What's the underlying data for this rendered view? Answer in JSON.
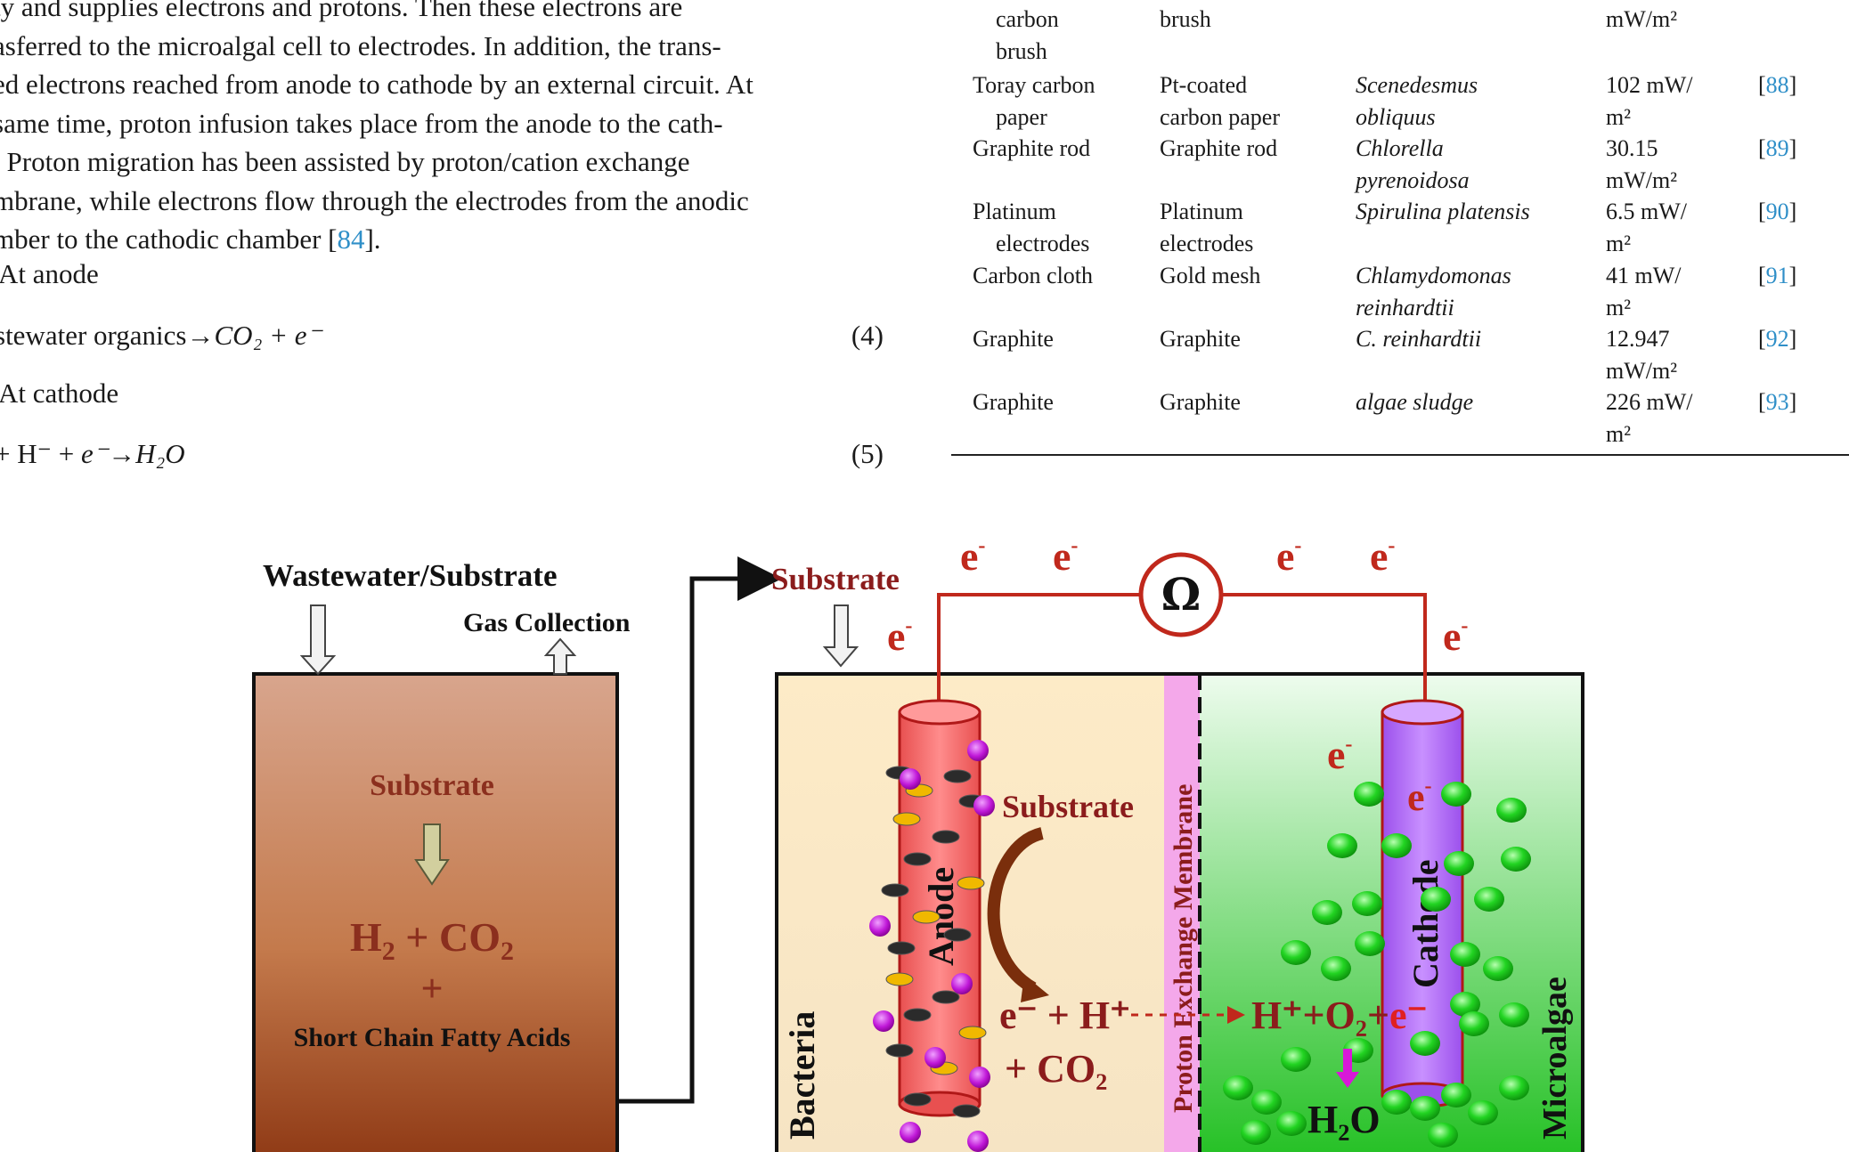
{
  "body_text": {
    "lines": [
      "ty and supplies electrons and protons. Then these electrons are",
      "asferred to the microalgal cell to electrodes. In addition, the trans-",
      "ed electrons reached from anode to cathode by an external circuit. At",
      "same time, proton infusion takes place from the anode to the cath-",
      ". Proton migration has been assisted by proton/cation exchange",
      "mbrane, while electrons flow through the electrodes from the anodic"
    ],
    "last_line_pre": "mber to the cathodic chamber [",
    "last_line_ref": "84",
    "last_line_post": "].",
    "anode_heading": "At anode",
    "eq4_text_pre": "stewater organics→",
    "eq4_text_math": "CO₂ +  e⁻",
    "eq4_number": "(4)",
    "cathode_heading": "At cathode",
    "eq5_text_pre": "+ H⁻ +  ",
    "eq5_text_math": "e⁻→H₂O",
    "eq5_number": "(5)"
  },
  "table": {
    "top_fragment": {
      "anode": [
        "carbon",
        "brush"
      ],
      "cathode": [
        "brush"
      ],
      "power": [
        "mW/m²"
      ]
    },
    "rows": [
      {
        "anode": [
          "Toray carbon",
          "paper"
        ],
        "cathode": [
          "Pt-coated",
          "carbon paper"
        ],
        "organism": [
          "Scenedesmus",
          "obliquus"
        ],
        "power": [
          "102 mW/",
          "m²"
        ],
        "ref": "88"
      },
      {
        "anode": [
          "Graphite rod"
        ],
        "cathode": [
          "Graphite rod"
        ],
        "organism": [
          "Chlorella",
          "pyrenoidosa"
        ],
        "power": [
          "30.15",
          "mW/m²"
        ],
        "ref": "89"
      },
      {
        "anode": [
          "Platinum",
          "electrodes"
        ],
        "cathode": [
          "Platinum",
          "electrodes"
        ],
        "organism": [
          "Spirulina platensis"
        ],
        "power": [
          "6.5 mW/",
          "m²"
        ],
        "ref": "90"
      },
      {
        "anode": [
          "Carbon cloth"
        ],
        "cathode": [
          "Gold mesh"
        ],
        "organism": [
          "Chlamydomonas",
          "reinhardtii"
        ],
        "power": [
          "41 mW/",
          "m²"
        ],
        "ref": "91"
      },
      {
        "anode": [
          "Graphite"
        ],
        "cathode": [
          "Graphite"
        ],
        "organism": [
          "C. reinhardtii"
        ],
        "power": [
          "12.947",
          "mW/m²"
        ],
        "ref": "92"
      },
      {
        "anode": [
          "Graphite"
        ],
        "cathode": [
          "Graphite"
        ],
        "organism": [
          "algae sludge"
        ],
        "power": [
          "226 mW/",
          "m²"
        ],
        "ref": "93"
      }
    ]
  },
  "figure": {
    "wastewater_label": "Wastewater/Substrate",
    "gas_label": "Gas Collection",
    "tank_substrate": "Substrate",
    "tank_h2": "H",
    "tank_h2_sub": "2",
    "tank_plus_co2": " + CO",
    "tank_co2_sub": "2",
    "tank_plus": "+",
    "tank_scfa": "Short Chain Fatty Acids",
    "arrow_substrate": "Substrate",
    "electron": "e",
    "electron_sup": "-",
    "ohm": "Ω",
    "anode_label": "Anode",
    "cathode_label": "Cathode",
    "membrane_label": "Proton Exchange Membrane",
    "bacteria_label": "Bacteria",
    "microalgae_label": "Microalgae",
    "substrate_in_cell": "Substrate",
    "anode_reaction_1": "e⁻ + H⁺",
    "anode_reaction_2": "+ CO₂",
    "cathode_reaction_h": "H",
    "cathode_reaction_rest": "⁺+O₂+",
    "cathode_reaction_e": "e⁻",
    "water": "H₂O",
    "colors": {
      "tank_top": "#d4a088",
      "tank_bottom": "#8b3410",
      "tank_text": "#8b2f1e",
      "anode_fill": "#f07070",
      "cathode_fill": "#b070f0",
      "anode_chamber": "#fbe9c8",
      "cathode_chamber_top": "#e8fae8",
      "cathode_chamber_bottom": "#22c422",
      "membrane": "#f3a8e8",
      "circuit": "#c0281c",
      "algae": "#22c422"
    }
  }
}
